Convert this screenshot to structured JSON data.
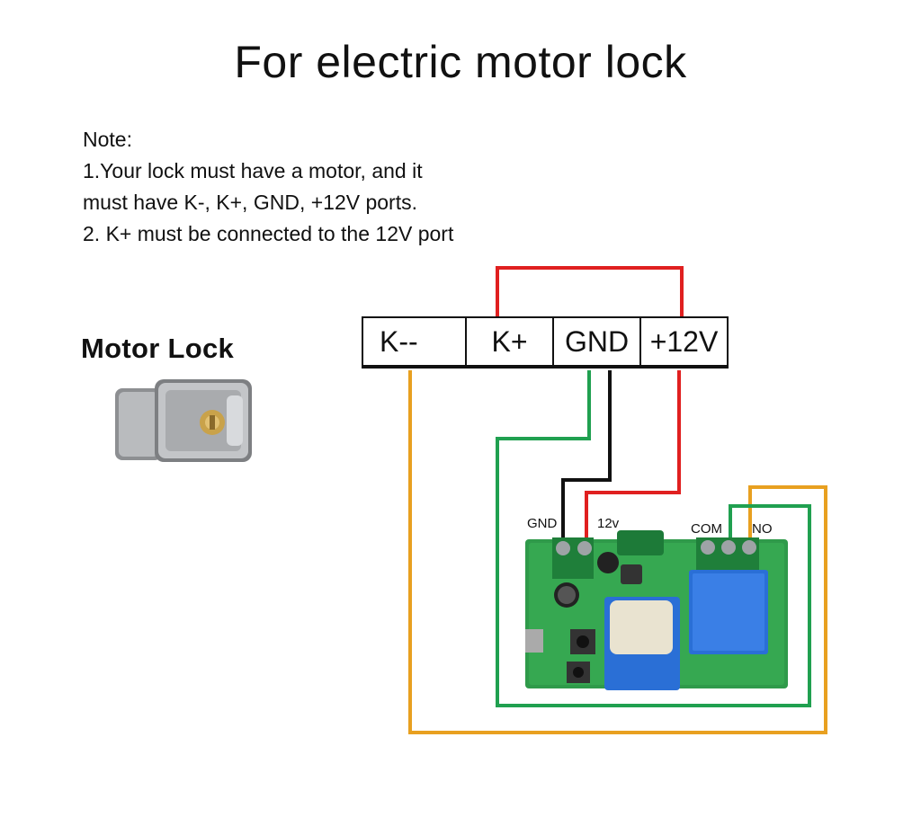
{
  "title": "For electric motor lock",
  "note": {
    "heading": "Note:",
    "line1": "1.Your lock must have a motor, and it",
    "line2": "must have K-, K+, GND, +12V ports.",
    "line3": "2. K+ must be connected to the 12V port"
  },
  "lock": {
    "label": "Motor Lock"
  },
  "terminals": [
    {
      "label": "K--"
    },
    {
      "label": "K+"
    },
    {
      "label": "GND"
    },
    {
      "label": "+12V"
    }
  ],
  "board": {
    "gnd_label": "GND",
    "v12_label": "12v",
    "com_label": "COM",
    "no_label": "NO"
  },
  "colors": {
    "red_wire": "#e02020",
    "orange_wire": "#e8a020",
    "green_wire": "#20a050",
    "black_wire": "#111111",
    "pcb": "#2f9a4a",
    "relay": "#2a6fd6"
  }
}
